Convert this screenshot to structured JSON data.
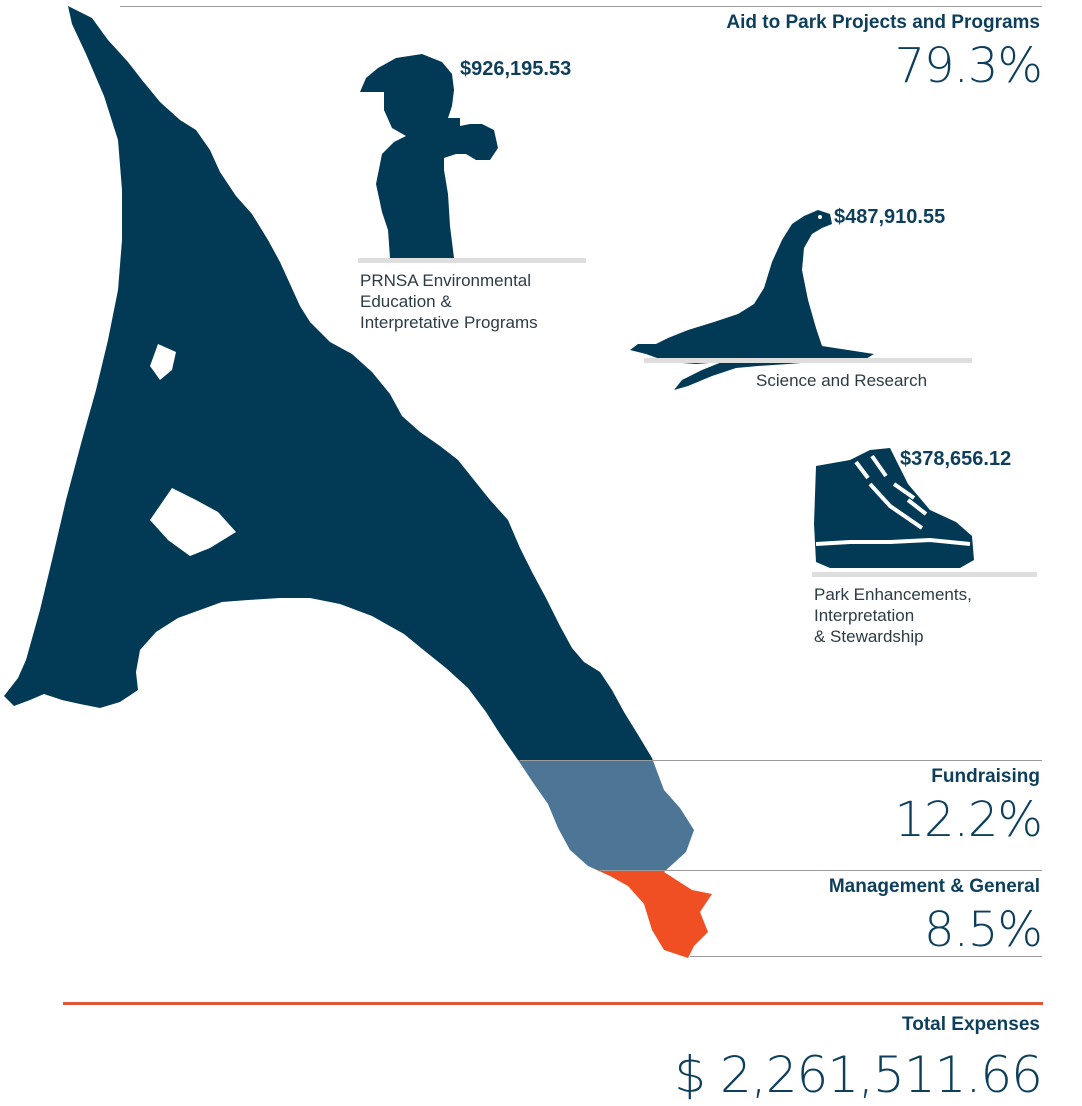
{
  "segments": [
    {
      "label": "Aid to Park Projects and Programs",
      "pct": "79.3%",
      "value": 79.3,
      "color": "#023a56"
    },
    {
      "label": "Fundraising",
      "pct": "12.2%",
      "value": 12.2,
      "color": "#4c7596"
    },
    {
      "label": "Management & General",
      "pct": "8.5%",
      "value": 8.5,
      "color": "#f04e23"
    }
  ],
  "programs": [
    {
      "amount": "$926,195.53",
      "caption": "PRNSA Environmental\nEducation &\nInterpretative Programs",
      "icon": "child-binoculars-icon"
    },
    {
      "amount": "$487,910.55",
      "caption": "Science and Research",
      "icon": "sea-lion-icon"
    },
    {
      "amount": "$378,656.12",
      "caption": "Park Enhancements,\nInterpretation\n& Stewardship",
      "icon": "hiking-boot-icon"
    }
  ],
  "total": {
    "label": "Total Expenses",
    "value": "$ 2,261,511.66"
  },
  "chart_data": {
    "type": "bar",
    "categories": [
      "Aid to Park Projects and Programs",
      "Fundraising",
      "Management & General"
    ],
    "values": [
      79.3,
      12.2,
      8.5
    ],
    "program_breakdown": {
      "categories": [
        "PRNSA Environmental Education & Interpretative Programs",
        "Science and Research",
        "Park Enhancements, Interpretation & Stewardship"
      ],
      "values": [
        926195.53,
        487910.55,
        378656.12
      ]
    },
    "total": 2261511.66
  }
}
